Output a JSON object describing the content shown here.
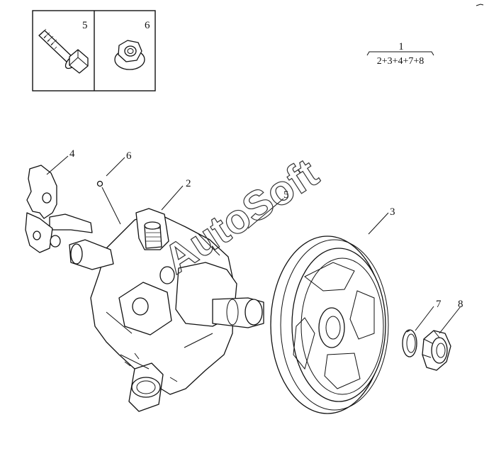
{
  "inset": {
    "left_label": "5",
    "right_label": "6"
  },
  "assembly": {
    "top": "1",
    "bottom": "2+3+4+7+8"
  },
  "callouts": {
    "c2": "2",
    "c3": "3",
    "c4": "4",
    "c5": "5",
    "c6": "6",
    "c7": "7",
    "c8": "8"
  },
  "watermark": "AutoSoft"
}
